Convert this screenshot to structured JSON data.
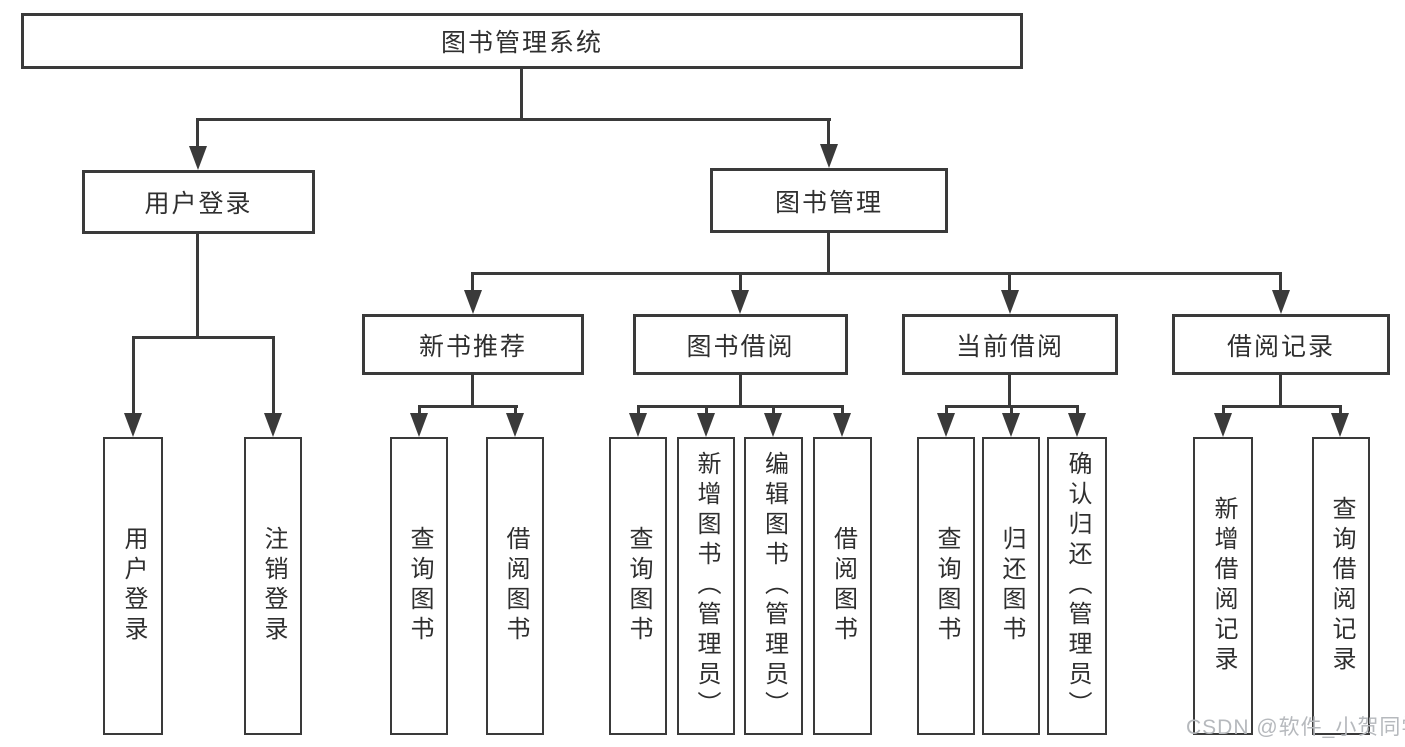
{
  "nodes": {
    "root": "图书管理系统",
    "level2": [
      "用户登录",
      "图书管理"
    ],
    "level3": [
      "新书推荐",
      "图书借阅",
      "当前借阅",
      "借阅记录"
    ],
    "leaves_user": [
      "用户登录",
      "注销登录"
    ],
    "leaves_recommend": [
      "查询图书",
      "借阅图书"
    ],
    "leaves_borrow": [
      "查询图书",
      "新增图书（管理员）",
      "编辑图书（管理员）",
      "借阅图书"
    ],
    "leaves_current": [
      "查询图书",
      "归还图书",
      "确认归还（管理员）"
    ],
    "leaves_record": [
      "新增借阅记录",
      "查询借阅记录"
    ]
  },
  "watermark": "CSDN @软件_小贺同学",
  "colors": {
    "line": "#3a3a3a",
    "text": "#2f2f2f",
    "box_background": "#ffffff",
    "watermark": "#b6b9bd",
    "page_background": "#ffffff"
  }
}
